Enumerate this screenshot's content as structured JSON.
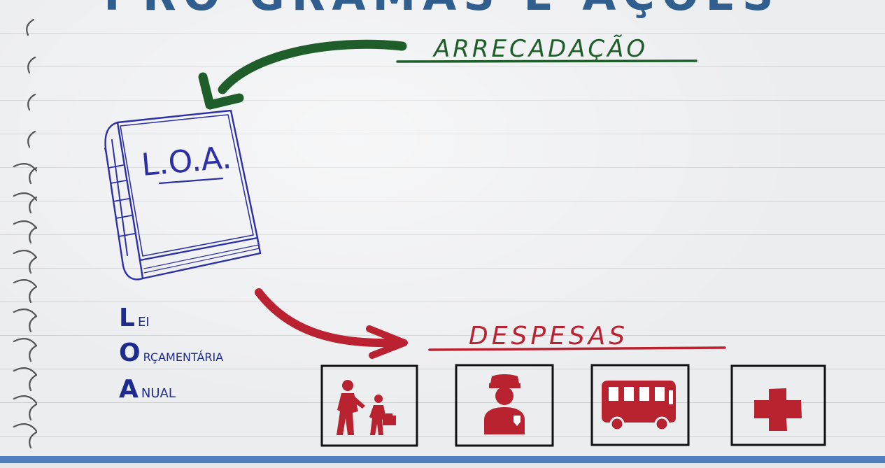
{
  "header": {
    "title_partial": "PRO GRAMAS E AÇÕES"
  },
  "labels": {
    "arrecadacao": "ARRECADAÇÃO",
    "book_title": "L.O.A.",
    "despesas": "DESPESAS"
  },
  "acronym": {
    "line1": {
      "initial": "L",
      "rest": "EI"
    },
    "line2": {
      "initial": "O",
      "rest": "RÇAMENTÁRIA"
    },
    "line3": {
      "initial": "A",
      "rest": "NUAL"
    }
  },
  "expense_icons": [
    "education-icon",
    "security-icon",
    "transport-icon",
    "health-icon"
  ],
  "colors": {
    "green": "#1f5e2a",
    "blue_ink": "#2c2fa6",
    "red": "#bb2231",
    "icon_red": "#b8232f",
    "bar": "#4f7fbf",
    "title_blue": "#2f5e8f"
  }
}
